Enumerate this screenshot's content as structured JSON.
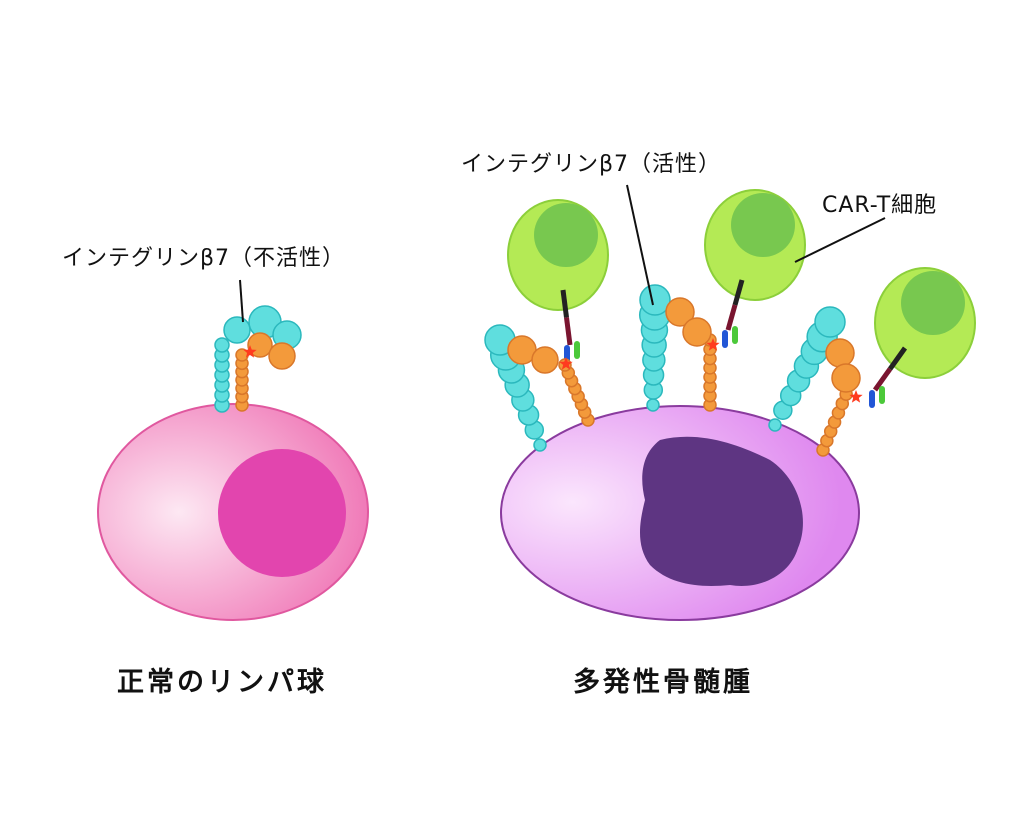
{
  "labels": {
    "inactive_integrin": "インテグリンβ7（不活性）",
    "active_integrin": "インテグリンβ7（活性）",
    "car_t": "CAR-T細胞"
  },
  "titles": {
    "normal": "正常のリンパ球",
    "myeloma": "多発性骨髄腫"
  },
  "colors": {
    "normal_cell": "#f07ab8",
    "normal_nucleus": "#e245ae",
    "myeloma_cell": "#e79af2",
    "myeloma_nucleus": "#5e3582",
    "car_t_cell": "#b4ea55",
    "car_t_nucleus": "#78c84f",
    "alpha_chain": "#5fdede",
    "beta_chain": "#f39a3b"
  }
}
